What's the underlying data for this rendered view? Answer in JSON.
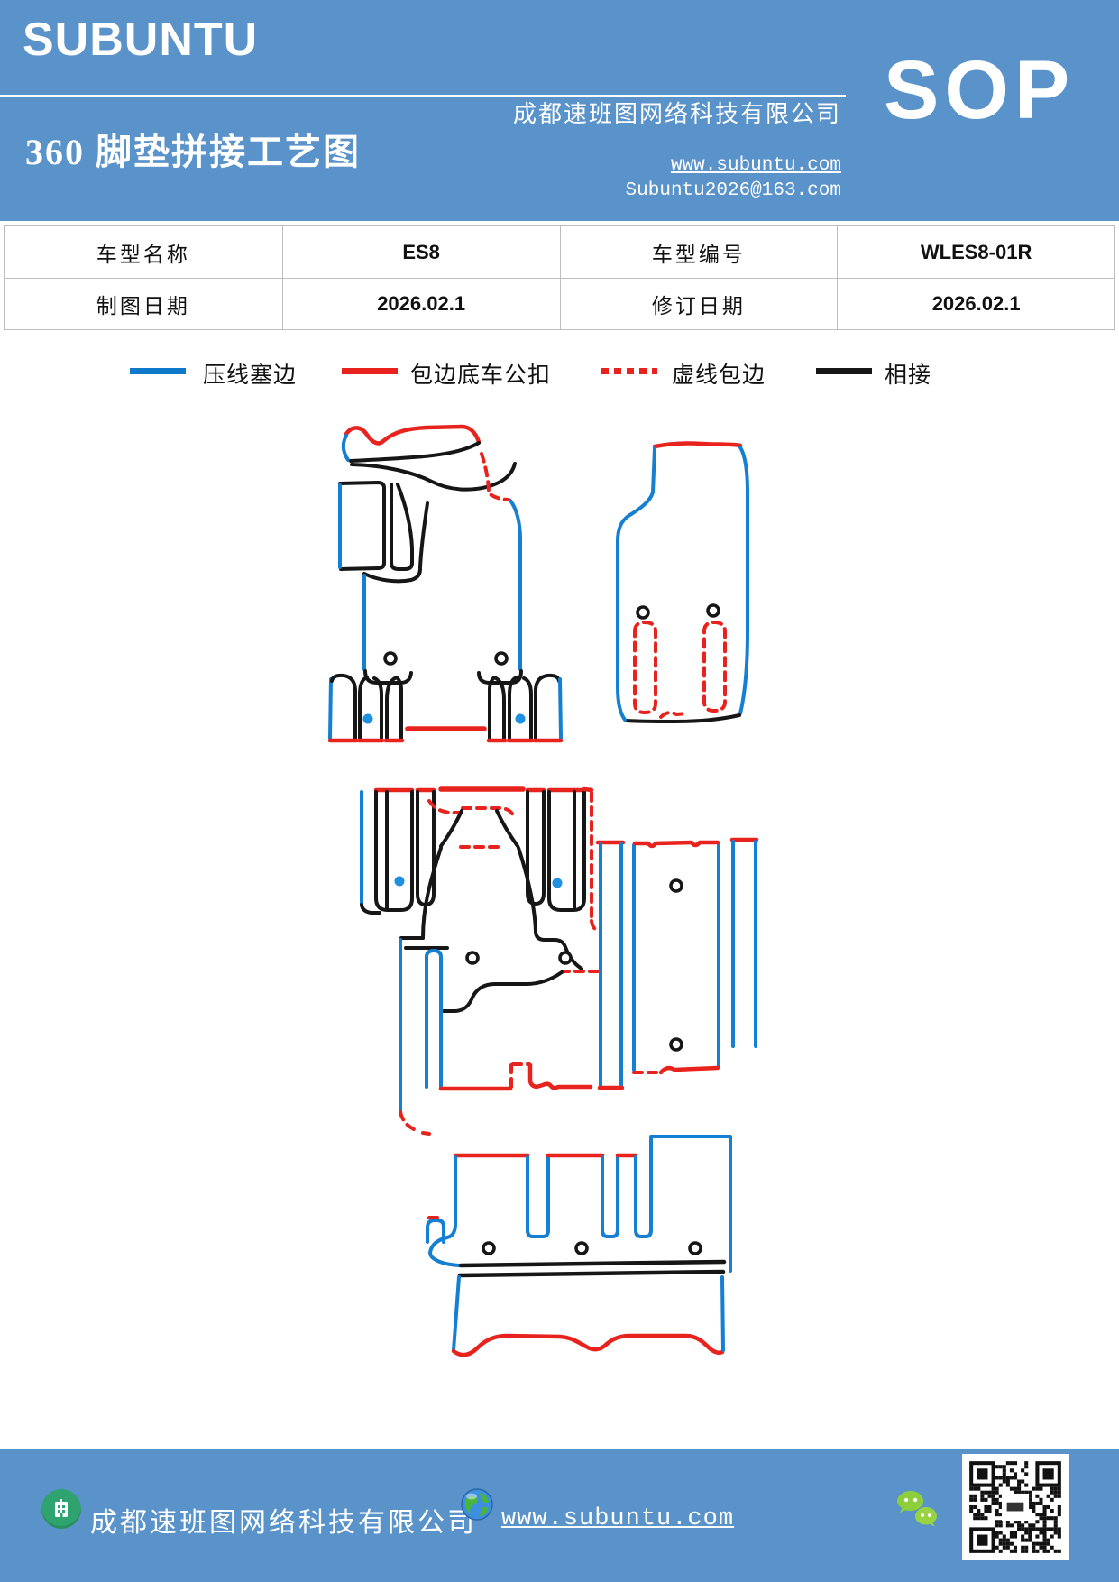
{
  "colors": {
    "brand_blue": "#5A92CA",
    "line_blue": "#157FD1",
    "legend_blue": "#0F78C8",
    "line_red": "#E8231D",
    "line_black": "#161616",
    "table_border": "#BEBEBE"
  },
  "header": {
    "logo": "SUBUNTU",
    "title": "360 脚垫拼接工艺图",
    "company": "成都速班图网络科技有限公司",
    "badge": "SOP",
    "website": "www.subuntu.com",
    "email": "Subuntu2026@163.com"
  },
  "info_table": {
    "rows": [
      [
        "车型名称",
        "ES8",
        "车型编号",
        "WLES8-01R"
      ],
      [
        "制图日期",
        "2026.02.1",
        "修订日期",
        "2026.02.1"
      ]
    ]
  },
  "legend": {
    "items": [
      {
        "label": "压线塞边",
        "style": "solid",
        "color": "#0F78C8"
      },
      {
        "label": "包边底车公扣",
        "style": "solid",
        "color": "#E8231D"
      },
      {
        "label": "虚线包边",
        "style": "dashed",
        "color": "#E8231D"
      },
      {
        "label": "相接",
        "style": "solid",
        "color": "#161616"
      }
    ]
  },
  "footer": {
    "company": "成都速班图网络科技有限公司",
    "website": "www.subuntu.com",
    "icons": [
      "building-icon",
      "globe-icon",
      "wechat-icon",
      "qr-code"
    ]
  }
}
